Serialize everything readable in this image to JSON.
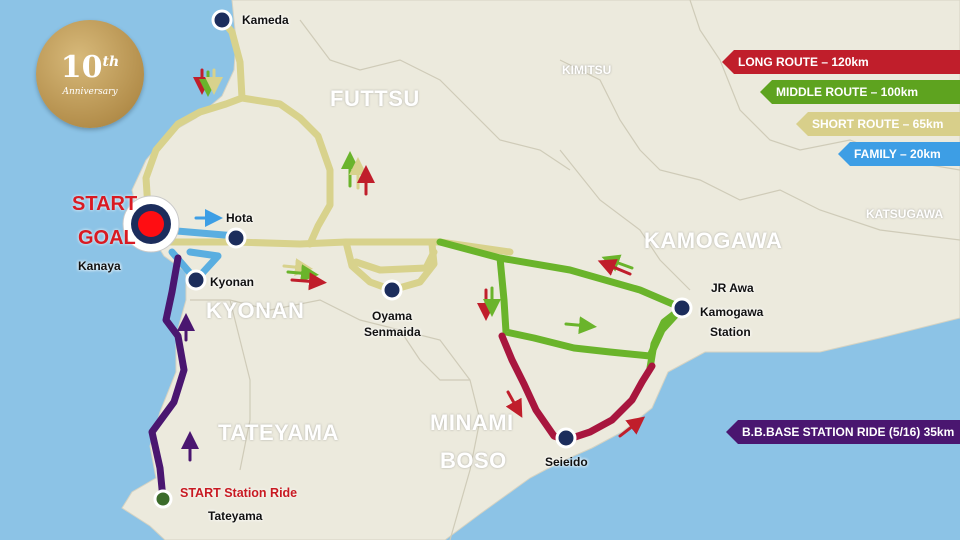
{
  "badge": {
    "number": "10",
    "suffix": "th",
    "sub": "Anniversary"
  },
  "regions": {
    "futtsu": "FUTTSU",
    "kimitsu": "KIMITSU",
    "kamogawa": "KAMOGAWA",
    "katsugawa": "KATSUGAWA",
    "kyonan": "KYONAN",
    "tateyama": "TATEYAMA",
    "minami": "MINAMI",
    "boso": "BOSO"
  },
  "places": {
    "kameda": "Kameda",
    "hota": "Hota",
    "kyonan": "Kyonan",
    "oyama": "Oyama",
    "senmaida": "Senmaida",
    "jr_awa": "JR Awa",
    "kamogawa_st": "Kamogawa",
    "station": "Station",
    "seieido": "Seieido",
    "kanaya": "Kanaya",
    "tateyama": "Tateyama"
  },
  "start_goal": {
    "start": "START",
    "goal": "GOAL",
    "station_ride_start": "START Station Ride"
  },
  "legend": [
    {
      "label": "LONG ROUTE – 120km",
      "color": "#c01e2b"
    },
    {
      "label": "MIDDLE ROUTE – 100km",
      "color": "#5ea31f"
    },
    {
      "label": "SHORT ROUTE – 65km",
      "color": "#d8cf8a"
    },
    {
      "label": "FAMILY – 20km",
      "color": "#3d9ee5"
    }
  ],
  "station_ride": {
    "label": "B.B.BASE STATION RIDE (5/16) 35km",
    "color": "#4a1670"
  },
  "colors": {
    "sea": "#8cc3e6",
    "land": "#eceadd",
    "long": "#a8163e",
    "middle": "#6ab42b",
    "short": "#d8d28c",
    "family": "#5aaee0",
    "station": "#4a1670"
  }
}
